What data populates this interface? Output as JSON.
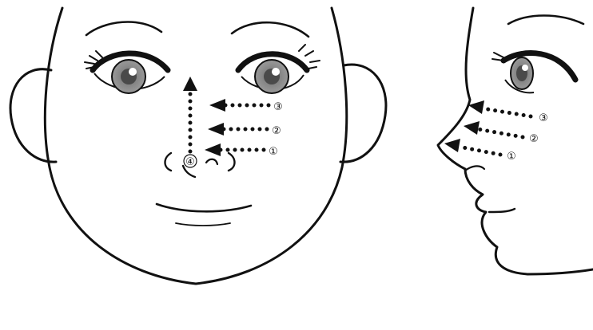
{
  "colors": {
    "line": "#111111",
    "iris": "#8a8a8a",
    "pupil": "#4a4a4a",
    "background": "#ffffff"
  },
  "front_view": {
    "step_labels": [
      "③",
      "②",
      "①",
      "④"
    ]
  },
  "side_view": {
    "step_labels": [
      "③",
      "②",
      "①"
    ]
  }
}
